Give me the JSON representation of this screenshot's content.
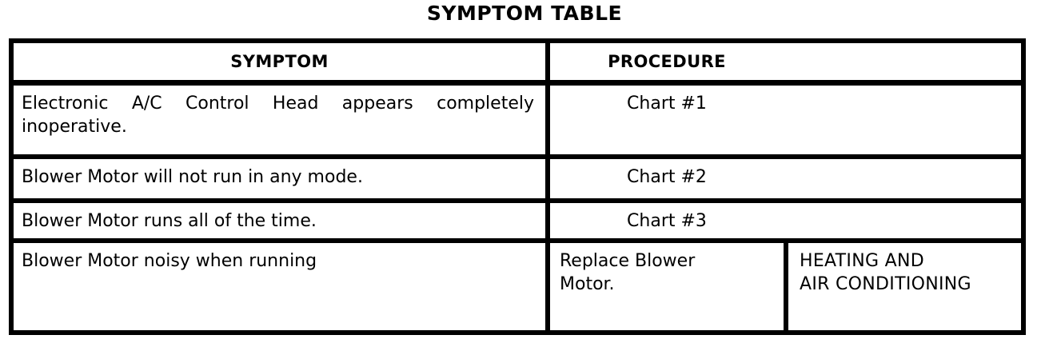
{
  "page": {
    "title": "SYMPTOM TABLE"
  },
  "table": {
    "headers": {
      "symptom": "SYMPTOM",
      "procedure": "PROCEDURE"
    },
    "rows": [
      {
        "symptom_line_1": "Electronic A/C Control Head appears completely",
        "symptom_line_2": "inoperative.",
        "procedure": "Chart #1"
      },
      {
        "symptom": "Blower Motor will not run in any mode.",
        "procedure": "Chart #2"
      },
      {
        "symptom": "Blower Motor runs all of the time.",
        "procedure": "Chart #3"
      },
      {
        "symptom": "Blower Motor noisy when running",
        "procedure_line_1": "Replace Blower",
        "procedure_line_2": "Motor.",
        "note_line_1": "HEATING AND",
        "note_line_2": "AIR CONDITIONING"
      }
    ]
  }
}
